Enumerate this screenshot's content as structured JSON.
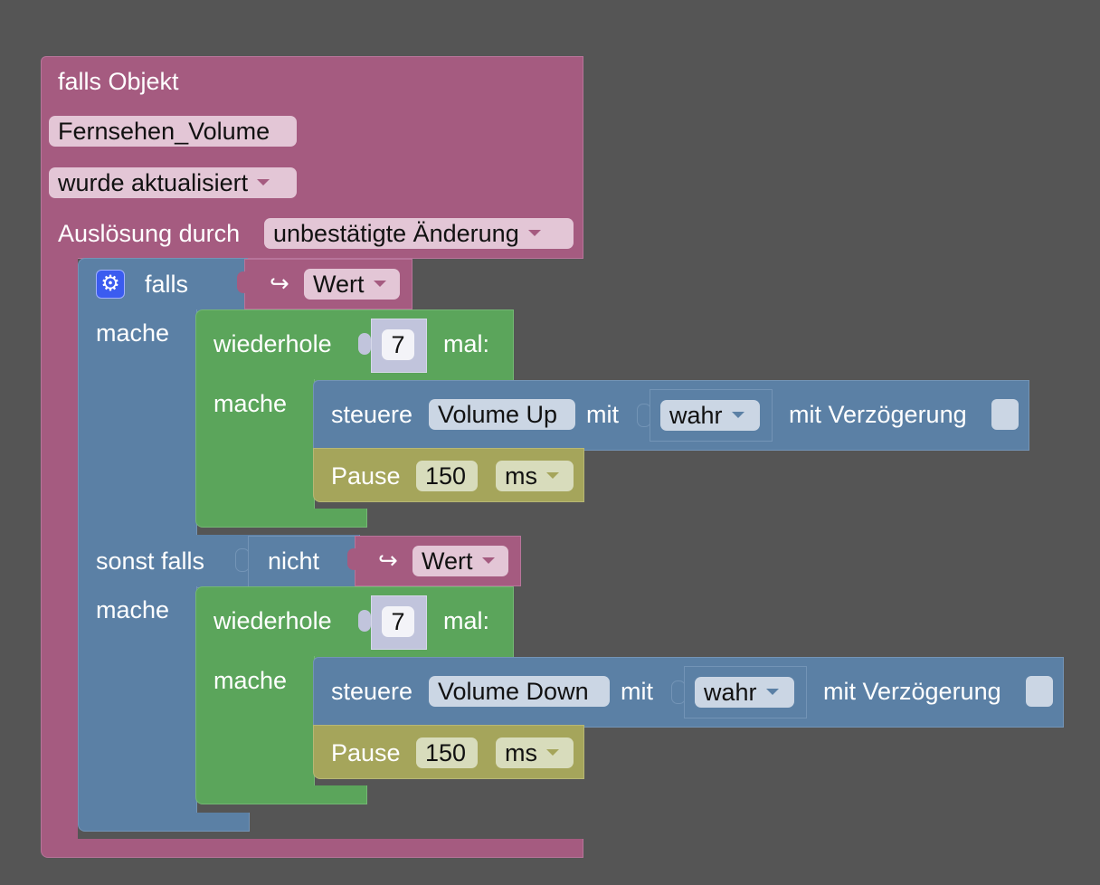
{
  "event_block": {
    "title": "falls Objekt",
    "object_id": "Fernsehen_Volume",
    "event_type": "wurde aktualisiert",
    "trigger_label": "Auslösung durch",
    "trigger_value": "unbestätigte Änderung"
  },
  "if_block": {
    "if_label": "falls",
    "do_label": "mache",
    "else_if_label": "sonst falls",
    "do2_label": "mache",
    "not_label": "nicht",
    "condition1_var": "Wert",
    "condition2_var": "Wert"
  },
  "repeat1": {
    "label": "wiederhole",
    "count": "7",
    "suffix": "mal:",
    "do_label": "mache",
    "control": {
      "label": "steuere",
      "target": "Volume Up",
      "with_label": "mit",
      "value": "wahr",
      "delay_label": "mit Verzögerung"
    },
    "pause": {
      "label": "Pause",
      "value": "150",
      "unit": "ms"
    }
  },
  "repeat2": {
    "label": "wiederhole",
    "count": "7",
    "suffix": "mal:",
    "do_label": "mache",
    "control": {
      "label": "steuere",
      "target": "Volume Down",
      "with_label": "mit",
      "value": "wahr",
      "delay_label": "mit Verzögerung"
    },
    "pause": {
      "label": "Pause",
      "value": "150",
      "unit": "ms"
    }
  },
  "icons": {
    "gear": "gear-icon",
    "return": "return-arrow-icon"
  },
  "colors": {
    "event_block": "#a55b80",
    "logic_block": "#5b80a5",
    "loop_block": "#5ba55b",
    "timer_block": "#a5a55b",
    "canvas": "#555555"
  }
}
